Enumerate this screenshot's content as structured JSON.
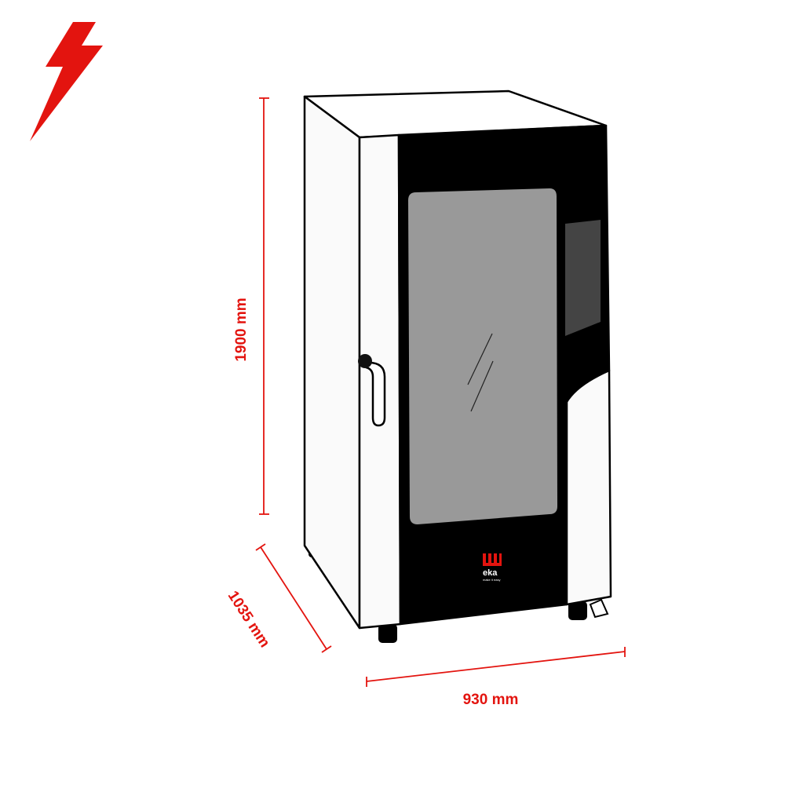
{
  "icons": {
    "power": "lightning-bolt-icon"
  },
  "colors": {
    "accent": "#e3140f",
    "outline": "#000000",
    "glass": "#999999",
    "panel": "#000000",
    "display": "#444444"
  },
  "product": {
    "brand": "eka",
    "tagline": "make it easy"
  },
  "dimensions": {
    "height_label": "1900 mm",
    "depth_label": "1035 mm",
    "width_label": "930 mm"
  }
}
